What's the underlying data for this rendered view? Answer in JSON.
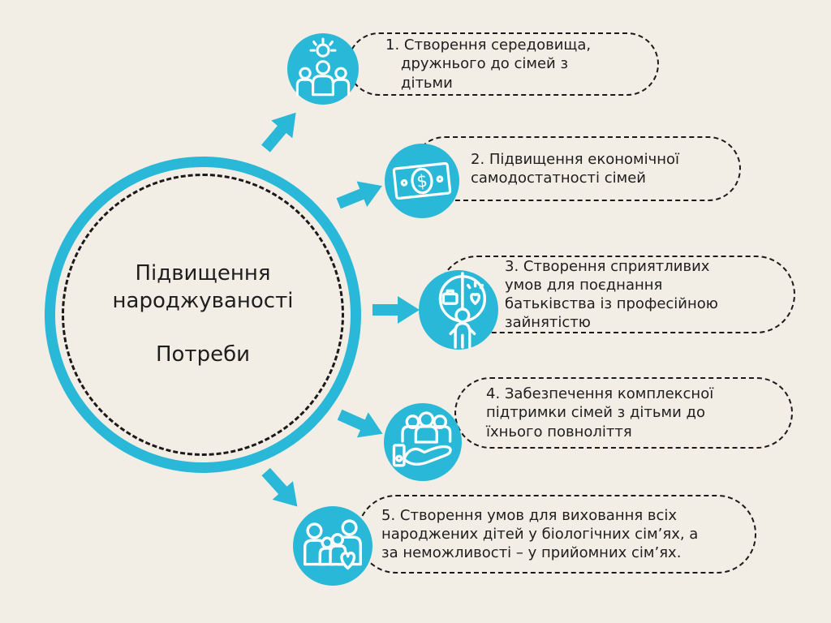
{
  "colors": {
    "background": "#f3eee5",
    "accent": "#29b8d8",
    "text": "#1e1e1e",
    "dashed_outline": "#1a1a1a",
    "icon_stroke": "#ffffff"
  },
  "center_circle": {
    "title": "Підвищення\nнароджуваності",
    "subtitle": "Потреби"
  },
  "items": [
    {
      "icon": "people-sun-icon",
      "text": "1. Створення середовища,\nдружнього до сімей з\nдітьми"
    },
    {
      "icon": "banknote-icon",
      "text": "2. Підвищення економічної\nсамодостатності сімей"
    },
    {
      "icon": "work-life-balance-icon",
      "text": "3. Створення сприятливих\nумов для поєднання\nбатьківства із професійною\nзайнятістю"
    },
    {
      "icon": "family-support-icon",
      "text": "4. Забезпечення комплексної\nпідтримки сімей з дітьми до\nїхнього повноліття"
    },
    {
      "icon": "family-heart-icon",
      "text": "5. Створення умов для виховання всіх\nнароджених дітей у біологічних сім’ях, а\nза неможливості – у прийомних сім’ях."
    }
  ]
}
